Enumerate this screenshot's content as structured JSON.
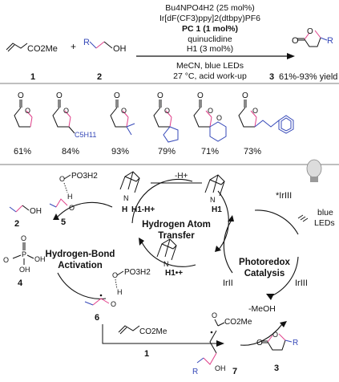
{
  "reaction": {
    "conditions": [
      "Bu4NPO4H2 (25 mol%)",
      "Ir[dF(CF3)ppy]2(dtbpy)PF6",
      "PC 1 (1 mol%)",
      "quinuclidine",
      "H1 (3 mol%)"
    ],
    "below_arrow": [
      "MeCN, blue LEDs",
      "27 °C, acid work-up"
    ],
    "reactant1_label": "1",
    "reactant2_label": "2",
    "plus": "+",
    "co2me": "CO2Me",
    "oh": "OH",
    "r": "R",
    "product_label": "3",
    "product_yield": "61%-93% yield"
  },
  "products": {
    "items": [
      {
        "yield": "61%",
        "sub": ""
      },
      {
        "yield": "84%",
        "sub": "C5H11"
      },
      {
        "yield": "93%",
        "sub": ""
      },
      {
        "yield": "79%",
        "sub": ""
      },
      {
        "yield": "71%",
        "sub": ""
      },
      {
        "yield": "73%",
        "sub": ""
      }
    ]
  },
  "mechanism": {
    "hat_title": [
      "Hydrogen Atom",
      "Transfer"
    ],
    "hb_title": [
      "Hydrogen-Bond",
      "Activation"
    ],
    "pr_title": [
      "Photoredox",
      "Catalysis"
    ],
    "light": [
      "blue",
      "LEDs"
    ],
    "minus_h": "-H+",
    "minus_meoh": "-MeOH",
    "h1_label": "H1",
    "h1_h_label": "H1-H+",
    "h1_rad_label": "H1•+",
    "ir3_excited": "*IrIII",
    "ir2": "IrII",
    "ir3": "IrIII",
    "po3h2": "PO3H2",
    "c1": "1",
    "c2": "2",
    "c3": "3",
    "c4": "4",
    "c5": "5",
    "c6": "6",
    "c7": "7",
    "co2me": "CO2Me"
  },
  "colors": {
    "blue": "#3548b8",
    "pink": "#e0408a"
  }
}
